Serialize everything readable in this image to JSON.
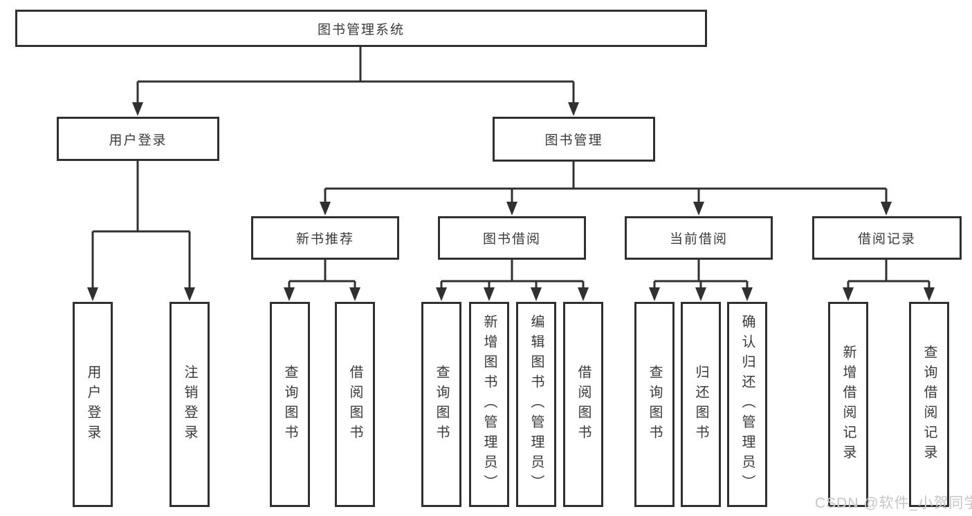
{
  "diagram": {
    "root": {
      "label": "图书管理系统"
    },
    "branches": [
      {
        "label": "用户登录",
        "leaves": [
          {
            "label": "用户登录"
          },
          {
            "label": "注销登录"
          }
        ]
      },
      {
        "label": "图书管理",
        "groups": [
          {
            "label": "新书推荐",
            "leaves": [
              {
                "label": "查询图书"
              },
              {
                "label": "借阅图书"
              }
            ]
          },
          {
            "label": "图书借阅",
            "leaves": [
              {
                "label": "查询图书"
              },
              {
                "label": "新增图书（管理员）"
              },
              {
                "label": "编辑图书（管理员）"
              },
              {
                "label": "借阅图书"
              }
            ]
          },
          {
            "label": "当前借阅",
            "leaves": [
              {
                "label": "查询图书"
              },
              {
                "label": "归还图书"
              },
              {
                "label": "确认归还（管理员）"
              }
            ]
          },
          {
            "label": "借阅记录",
            "leaves": [
              {
                "label": "新增借阅记录"
              },
              {
                "label": "查询借阅记录"
              }
            ]
          }
        ]
      }
    ]
  },
  "watermark": {
    "text": "CSDN @软件_小贺同学"
  },
  "colors": {
    "line": "#303030",
    "box_border": "#303030",
    "box_fill": "#ffffff",
    "text": "#3a3a3a",
    "watermark": "#c6c6c6",
    "background": "#ffffff"
  }
}
